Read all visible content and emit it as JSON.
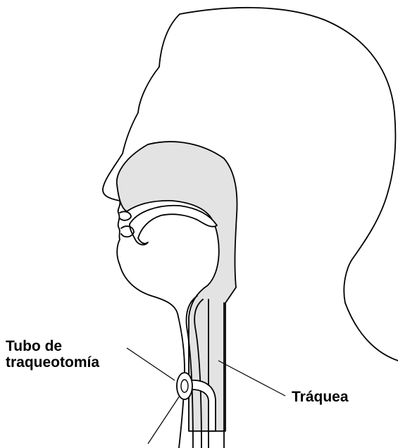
{
  "labels": {
    "tube_line1": "Tubo de",
    "tube_line2": "traqueotomía",
    "trachea": "Tráquea"
  },
  "colors": {
    "airway_fill": "#e3e3e3",
    "outline": "#000000",
    "background": "#ffffff"
  }
}
